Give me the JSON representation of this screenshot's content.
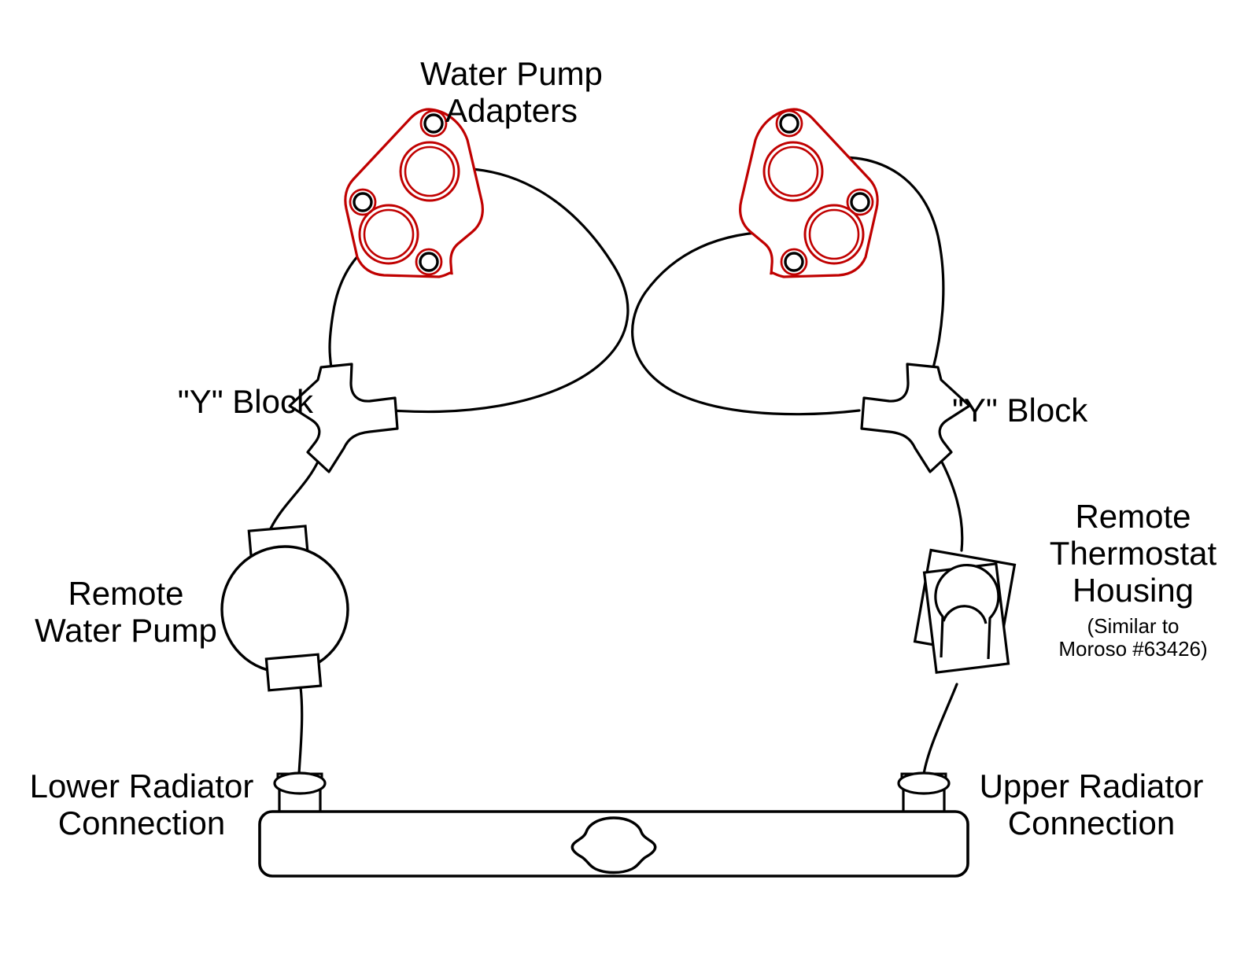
{
  "diagram": {
    "title": "Remote Water Pump Cooling System Routing Diagram",
    "colors": {
      "adapter_outline": "#C00000",
      "line": "#000000",
      "background": "#FFFFFF",
      "bolt_hole": "#000000"
    },
    "labels": {
      "water_pump_adapters": "Water Pump\nAdapters",
      "y_block_left": "\"Y\" Block",
      "y_block_right": "\"Y\" Block",
      "remote_water_pump": "Remote\nWater Pump",
      "remote_thermostat_housing": "Remote\nThermostat\nHousing",
      "thermostat_note": "(Similar to\nMoroso #63426)",
      "lower_radiator_connection": "Lower Radiator\nConnection",
      "upper_radiator_connection": "Upper Radiator\nConnection"
    },
    "components": [
      {
        "name": "water-pump-adapter-left",
        "type": "adapter-plate",
        "outline_color": "#C00000",
        "large_ports": 2,
        "bolt_holes": 3
      },
      {
        "name": "water-pump-adapter-right",
        "type": "adapter-plate",
        "outline_color": "#C00000",
        "large_ports": 2,
        "bolt_holes": 3
      },
      {
        "name": "y-block-left",
        "type": "y-fitting",
        "ports": 3
      },
      {
        "name": "y-block-right",
        "type": "y-fitting",
        "ports": 3
      },
      {
        "name": "remote-water-pump",
        "type": "pump",
        "ports": 2
      },
      {
        "name": "remote-thermostat-housing",
        "type": "thermostat-housing",
        "ports": 2
      },
      {
        "name": "radiator-tank",
        "type": "radiator",
        "necks": 2,
        "cap": 1
      }
    ],
    "hoses": [
      {
        "name": "hose-left-adapter-upper-to-right-y-block",
        "from": "water-pump-adapter-left",
        "to": "y-block-right"
      },
      {
        "name": "hose-left-adapter-lower-to-left-y-block",
        "from": "water-pump-adapter-left",
        "to": "y-block-left"
      },
      {
        "name": "hose-right-adapter-upper-to-right-y-block",
        "from": "water-pump-adapter-right",
        "to": "y-block-right"
      },
      {
        "name": "hose-right-adapter-lower-to-left-y-block",
        "from": "water-pump-adapter-right",
        "to": "y-block-left"
      },
      {
        "name": "hose-left-y-block-to-water-pump",
        "from": "y-block-left",
        "to": "remote-water-pump"
      },
      {
        "name": "hose-right-y-block-to-thermostat",
        "from": "y-block-right",
        "to": "remote-thermostat-housing"
      },
      {
        "name": "hose-water-pump-to-lower-radiator",
        "from": "remote-water-pump",
        "to": "radiator-tank"
      },
      {
        "name": "hose-thermostat-to-upper-radiator",
        "from": "remote-thermostat-housing",
        "to": "radiator-tank"
      }
    ]
  }
}
